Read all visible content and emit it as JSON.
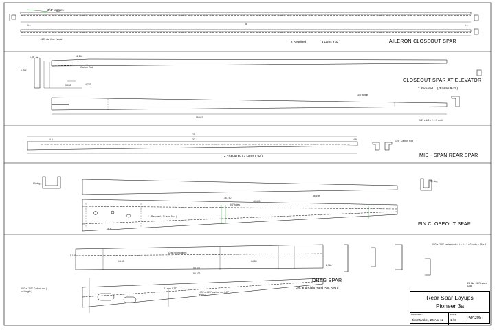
{
  "sections": {
    "aileron": {
      "label_count": "2 Required",
      "label_lams": "( 3 Lams 9 oz )",
      "title": "AILERON  CLOSEOUT  SPAR",
      "dim_total": "46",
      "dim_left": "1.1",
      "dim_right": "1.1",
      "note_toggle": "3/4\" toggles",
      "note_rod": ".125\" dia. fiber thread"
    },
    "elevator": {
      "title": "CLOSEOUT  SPAR  AT  ELEVATOR",
      "label_count": "2 Required",
      "label_lams": "( 3 Lams 9 oz )",
      "dim_total": "95.467",
      "dim_top": "12.544",
      "dim_a": "1.65",
      "dim_b": "1.832",
      "dim_c": "5.008",
      "dim_d": "4.733",
      "note_rod": "Carbon Rod",
      "note_toggle": "3/4\" toggle",
      "note_bottom": "1/2\" x 1/8 x 2 x .5 on 4"
    },
    "midspan": {
      "title": "MID - SPAN  REAR  SPAR",
      "label": "2 - Required    ( 3 Lams 9 oz )",
      "dim_total": "71",
      "dim_inner": "32",
      "dim_left": "4.9",
      "dim_right": "4.9",
      "note_rod": ".125\" Carbon Rod"
    },
    "fin": {
      "title": "FIN  CLOSEOUT  SPAR",
      "dim_a": "36.750",
      "dim_b": "46.445",
      "dim_c": "36.108",
      "dim_d": "16.5",
      "note_holes": "3/4\" holes",
      "note_req": "1 - Required   ( 3 Lams 9 oz )",
      "angle_left": "90 deg",
      "angle_right": "90 deg"
    },
    "drag": {
      "title": "DRAG  SPAR",
      "subtitle": "Left and Right Hand Part Req'd",
      "dim_total": "50.622",
      "dim_mid": "50.637",
      "dim_a": "14.53",
      "dim_b": "14.53",
      "dim_c": "2.760",
      "dim_h": "8.189",
      "note_layers": "3 Lams S2T7",
      "note_carbon": ".092 x .220\" carbon rod ( 49\" each )",
      "note_left": ".092 x .220\" Carbon rod ( full length )",
      "note_pattern": "Drag spar pattern",
      "note_table": ".092 x .220\" carbon rod = 6 + 8 x 2 x 2 parts = 16 x 4"
    }
  },
  "title_block": {
    "title_line1": "Rear  Spar  Layups",
    "title_line2": "Pioneer  3a",
    "drawn_by_label": "DRAWN  BY:",
    "drawn_by": "Jim  Marske , 24 Apr 12",
    "scale_label": "SCALE:",
    "sheet": "1 / 3",
    "part_no": "P3A208T",
    "revision": "28 Mar 15  Revised  Date"
  }
}
